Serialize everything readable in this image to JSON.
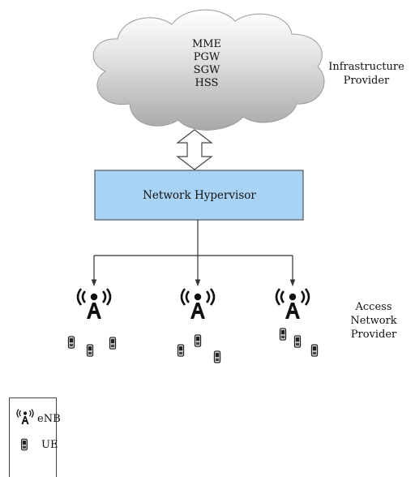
{
  "cloud": {
    "components": [
      "MME",
      "PGW",
      "SGW",
      "HSS"
    ]
  },
  "infrastructure_label": [
    "Infrastructure",
    "Provider"
  ],
  "hypervisor": {
    "label": "Network Hypervisor"
  },
  "access_label": [
    "Access",
    "Network",
    "Provider"
  ],
  "legend": {
    "enb_label": "eNB",
    "ue_label": "UE"
  },
  "colors": {
    "hypervisor_fill": "#a9d3f5",
    "cloud_fill": "#d9d9d9",
    "line": "#333333"
  },
  "icons": {
    "base_station": "enb-tower-icon",
    "user_equipment": "ue-phone-icon"
  }
}
